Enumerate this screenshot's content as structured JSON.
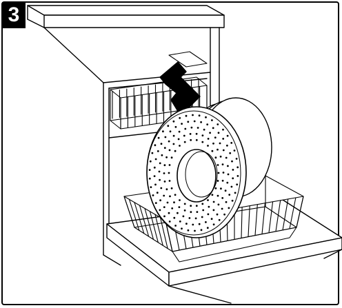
{
  "figure": {
    "step_number": "3",
    "colors": {
      "line": "#000000",
      "background": "#ffffff"
    },
    "depicts": [
      "dishwasher",
      "upper-rack",
      "lower-rack",
      "filter-disc",
      "arrow-down",
      "open-door"
    ]
  }
}
